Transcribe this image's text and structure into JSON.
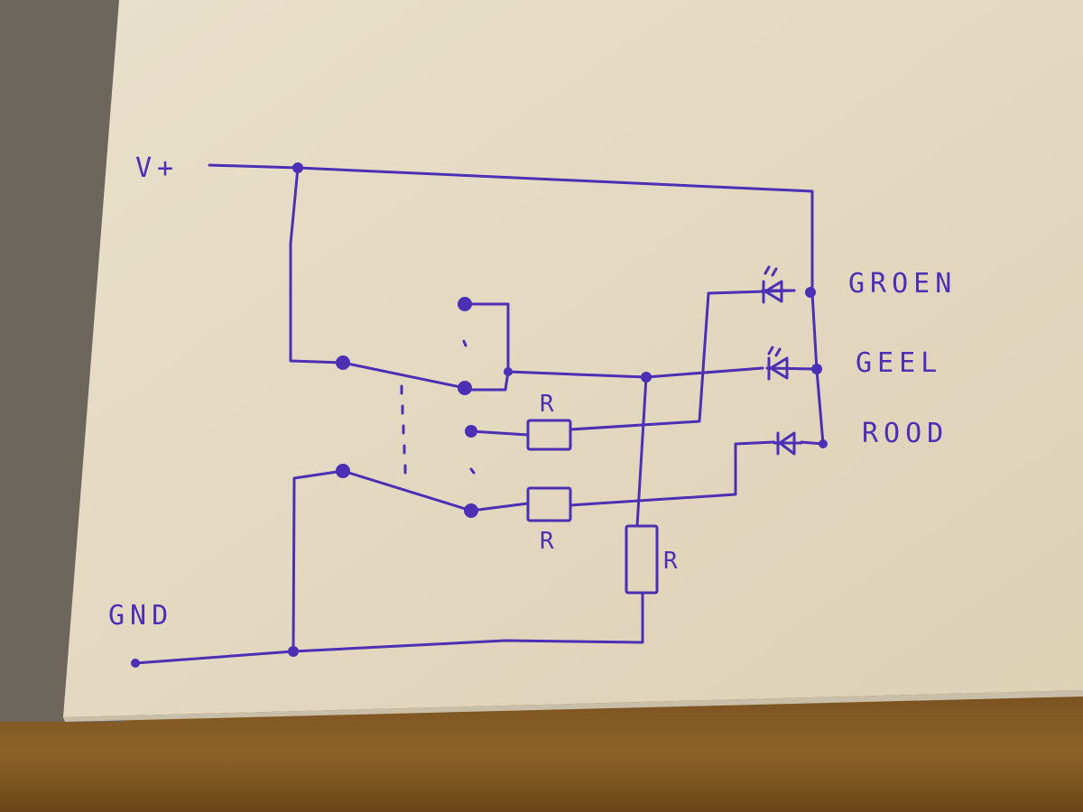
{
  "diagram": {
    "supply_label": "V+",
    "ground_label": "GND",
    "led_labels": {
      "green": "GROEN",
      "yellow": "GEEL",
      "red": "ROOD"
    },
    "resistor_label": "R"
  },
  "colors": {
    "ink": "#4b2fb5",
    "paper": "#e6dcc6",
    "desk": "#7a5420"
  }
}
